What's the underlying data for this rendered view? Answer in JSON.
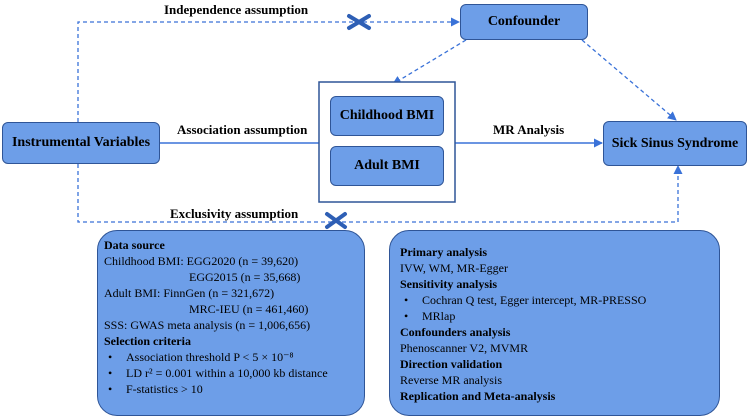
{
  "nodes": {
    "confounder": "Confounder",
    "instrumental": "Instrumental Variables",
    "childhood_bmi": "Childhood BMI",
    "adult_bmi": "Adult BMI",
    "outcome": "Sick Sinus Syndrome"
  },
  "edge_labels": {
    "independence": "Independence assumption",
    "association": "Association assumption",
    "mr_analysis": "MR Analysis",
    "exclusivity": "Exclusivity assumption"
  },
  "data_panel": {
    "data_source_title": "Data source",
    "childhood_line1": "Childhood BMI: EGG2020 (n = 39,620)",
    "childhood_line2": "EGG2015 (n = 35,668)",
    "adult_line1": "Adult BMI: FinnGen (n = 321,672)",
    "adult_line2": "MRC-IEU (n = 461,460)",
    "sss_line": "SSS: GWAS meta analysis (n = 1,006,656)",
    "selection_title": "Selection criteria",
    "criteria": [
      "Association threshold P < 5 × 10⁻⁸",
      "LD r² = 0.001 within a 10,000 kb distance",
      "F-statistics > 10"
    ]
  },
  "analysis_panel": {
    "primary_title": "Primary analysis",
    "primary_methods": "IVW, WM, MR-Egger",
    "sensitivity_title": "Sensitivity analysis",
    "sensitivity_items": [
      "Cochran Q test, Egger intercept, MR-PRESSO",
      "MRlap"
    ],
    "confounders_title": "Confounders analysis",
    "confounders_methods": "Phenoscanner V2, MVMR",
    "direction_title": "Direction validation",
    "direction_methods": "Reverse MR analysis",
    "replication_title": "Replication and Meta-analysis"
  },
  "colors": {
    "box_fill": "#6d9ee8",
    "box_border": "#2f5597",
    "arrow": "#3a72d8",
    "cross": "#2e5fb5"
  }
}
